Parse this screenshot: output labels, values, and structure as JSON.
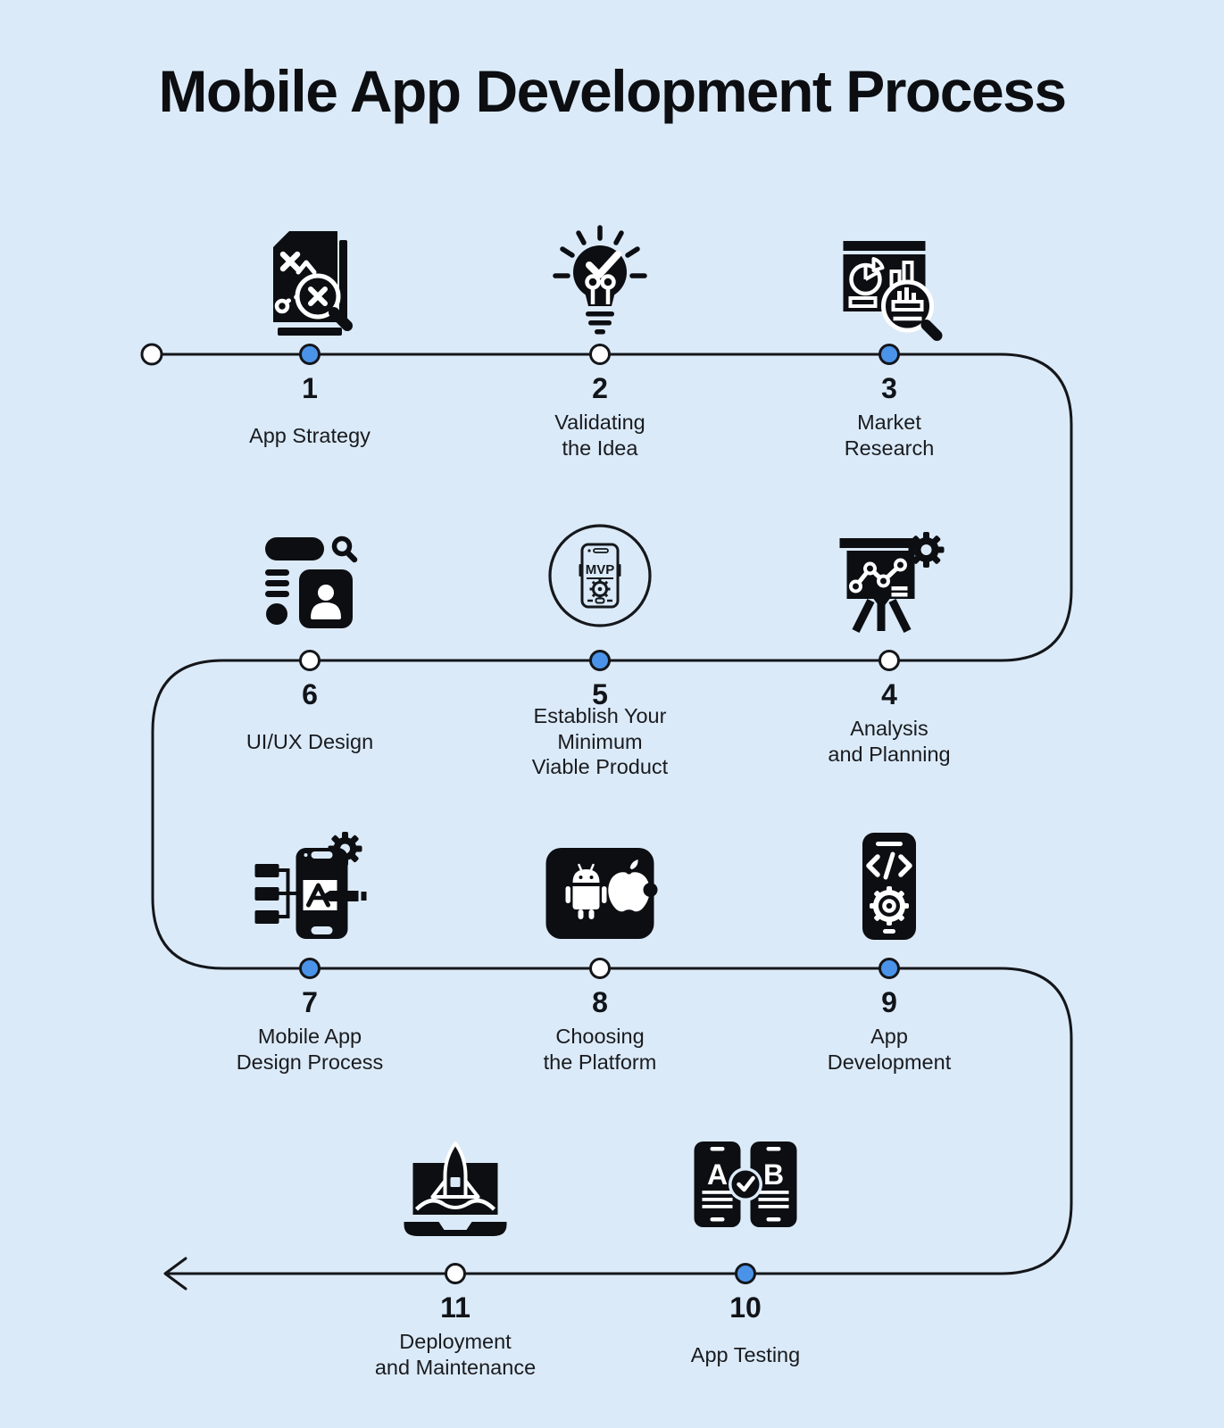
{
  "title": "Mobile App Development Process",
  "colors": {
    "background": "#dbeaf8",
    "line": "#14161a",
    "icon": "#0c0e12",
    "active_dot": "#4b93e8",
    "inactive_dot": "#ffffff",
    "text": "#16181c"
  },
  "timeline": {
    "direction_note": "serpentine, ends with left arrow",
    "rows": 4
  },
  "steps": [
    {
      "number": "1",
      "label": "App Strategy",
      "state": "active",
      "icon": "app-strategy-icon"
    },
    {
      "number": "2",
      "label": "Validating\nthe Idea",
      "state": "inactive",
      "icon": "validating-idea-icon"
    },
    {
      "number": "3",
      "label": "Market\nResearch",
      "state": "active",
      "icon": "market-research-icon"
    },
    {
      "number": "4",
      "label": "Analysis\nand Planning",
      "state": "inactive",
      "icon": "analysis-planning-icon"
    },
    {
      "number": "5",
      "label": "Establish Your\nMinimum\nViable Product",
      "state": "active",
      "icon": "mvp-icon",
      "icon_text": "MVP"
    },
    {
      "number": "6",
      "label": "UI/UX Design",
      "state": "inactive",
      "icon": "uiux-design-icon"
    },
    {
      "number": "7",
      "label": "Mobile App\nDesign Process",
      "state": "active",
      "icon": "mobile-app-design-icon"
    },
    {
      "number": "8",
      "label": "Choosing\nthe Platform",
      "state": "inactive",
      "icon": "choosing-platform-icon"
    },
    {
      "number": "9",
      "label": "App\nDevelopment",
      "state": "active",
      "icon": "app-development-icon"
    },
    {
      "number": "10",
      "label": "App Testing",
      "state": "active",
      "icon": "app-testing-icon",
      "icon_letters": [
        "A",
        "B"
      ]
    },
    {
      "number": "11",
      "label": "Deployment\nand Maintenance",
      "state": "inactive",
      "icon": "deployment-maintenance-icon"
    }
  ]
}
